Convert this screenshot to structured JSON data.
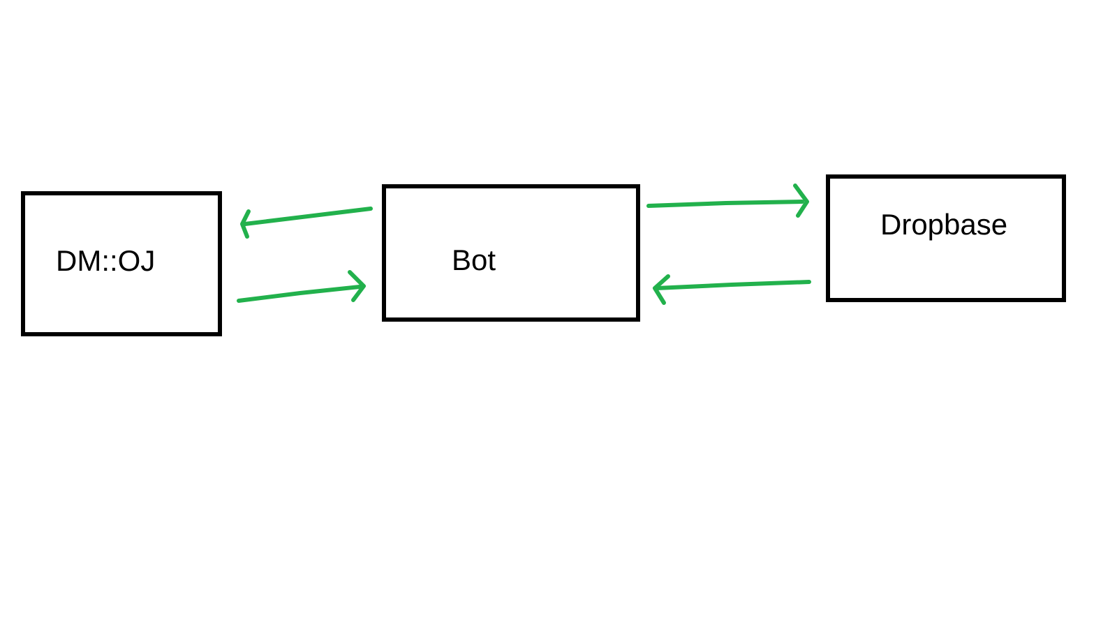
{
  "diagram": {
    "colors": {
      "background": "#ffffff",
      "box_border": "#000000",
      "text": "#000000",
      "arrow": "#22b14c"
    },
    "nodes": [
      {
        "id": "dmoj",
        "label": "DM::OJ"
      },
      {
        "id": "bot",
        "label": "Bot"
      },
      {
        "id": "dropbase",
        "label": "Dropbase"
      }
    ],
    "edges": [
      {
        "id": "bot-to-dmoj",
        "from": "Bot",
        "to": "DM::OJ",
        "direction": "left"
      },
      {
        "id": "dmoj-to-bot",
        "from": "DM::OJ",
        "to": "Bot",
        "direction": "right"
      },
      {
        "id": "bot-to-dropbase",
        "from": "Bot",
        "to": "Dropbase",
        "direction": "right"
      },
      {
        "id": "dropbase-to-bot",
        "from": "Dropbase",
        "to": "Bot",
        "direction": "left"
      }
    ]
  }
}
